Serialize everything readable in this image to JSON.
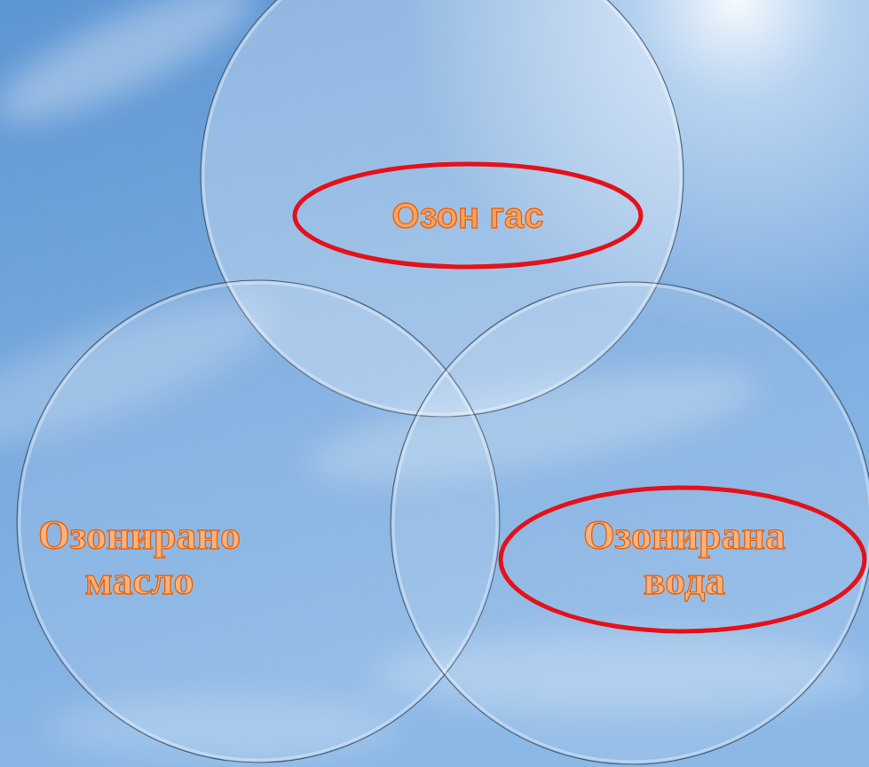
{
  "diagram": {
    "nodes": [
      {
        "text": [
          "Озон гас"
        ]
      },
      {
        "text": [
          "Озонирано масло"
        ]
      },
      {
        "text": [
          "Озонирана вода"
        ]
      }
    ]
  }
}
